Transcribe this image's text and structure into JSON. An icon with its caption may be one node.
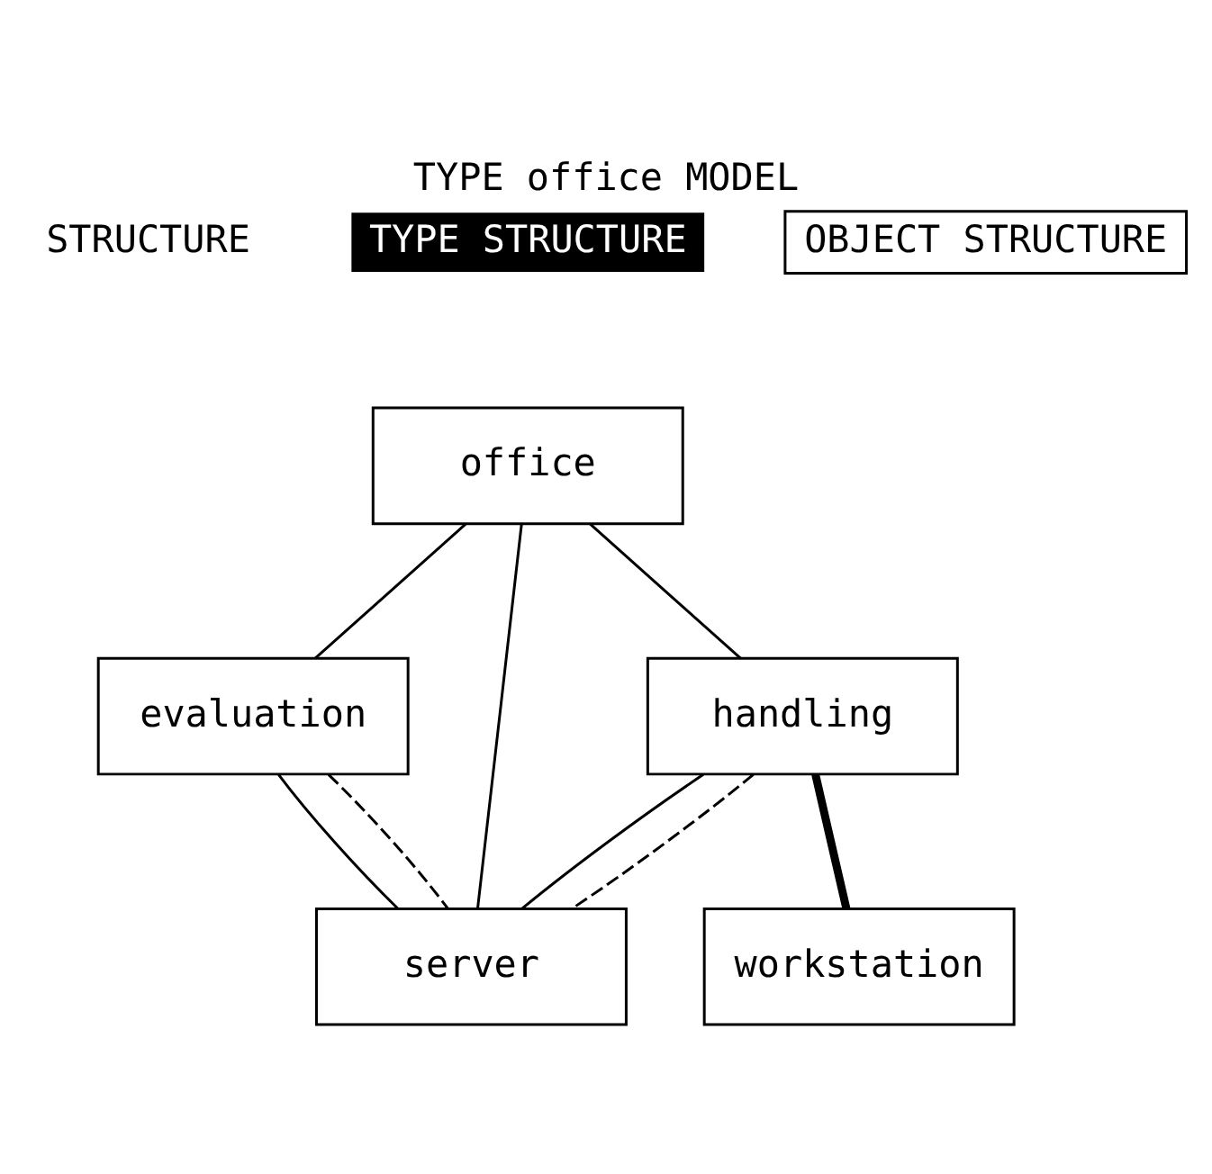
{
  "diagram": {
    "title": "TYPE office MODEL",
    "nodes": [
      {
        "text": [
          "office"
        ]
      },
      {
        "text": [
          "evaluation"
        ]
      },
      {
        "text": [
          "handling"
        ]
      },
      {
        "text": [
          "workstation"
        ]
      },
      {
        "text": [
          "server"
        ]
      }
    ],
    "edges": [
      {
        "from": 0,
        "to": 1,
        "arrow": "none"
      },
      {
        "from": 0,
        "to": 2,
        "arrow": "none"
      },
      {
        "from": 0,
        "to": 4,
        "arrow": "none"
      },
      {
        "from": 1,
        "to": 4,
        "arrow": "none"
      },
      {
        "from": 1,
        "to": 4,
        "arrow": "none",
        "style": "dashed"
      },
      {
        "from": 2,
        "to": 3,
        "arrow": "none",
        "style": "thick"
      },
      {
        "from": 2,
        "to": 4,
        "arrow": "none"
      },
      {
        "from": 2,
        "to": 4,
        "arrow": "none",
        "style": "dashed"
      }
    ],
    "labels": [
      "STRUCTURE",
      "TYPE STRUCTURE",
      "OBJECT STRUCTURE"
    ]
  }
}
